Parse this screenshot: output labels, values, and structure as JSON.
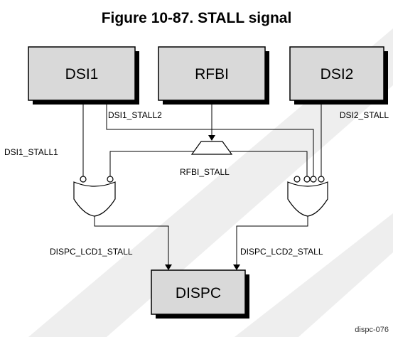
{
  "figure": {
    "title": "Figure 10-87. STALL signal",
    "footer_id": "dispc-076"
  },
  "blocks": {
    "dsi1": "DSI1",
    "rfbi": "RFBI",
    "dsi2": "DSI2",
    "dispc": "DISPC"
  },
  "signals": {
    "dsi1_stall1": "DSI1_STALL1",
    "dsi1_stall2": "DSI1_STALL2",
    "dsi2_stall": "DSI2_STALL",
    "rfbi_stall": "RFBI_STALL",
    "dispc_lcd1_stall": "DISPC_LCD1_STALL",
    "dispc_lcd2_stall": "DISPC_LCD2_STALL"
  },
  "colors": {
    "box_fill": "#d9d9d9",
    "shadow": "#000000",
    "line": "#000000",
    "watermark": "#eeeeee"
  }
}
